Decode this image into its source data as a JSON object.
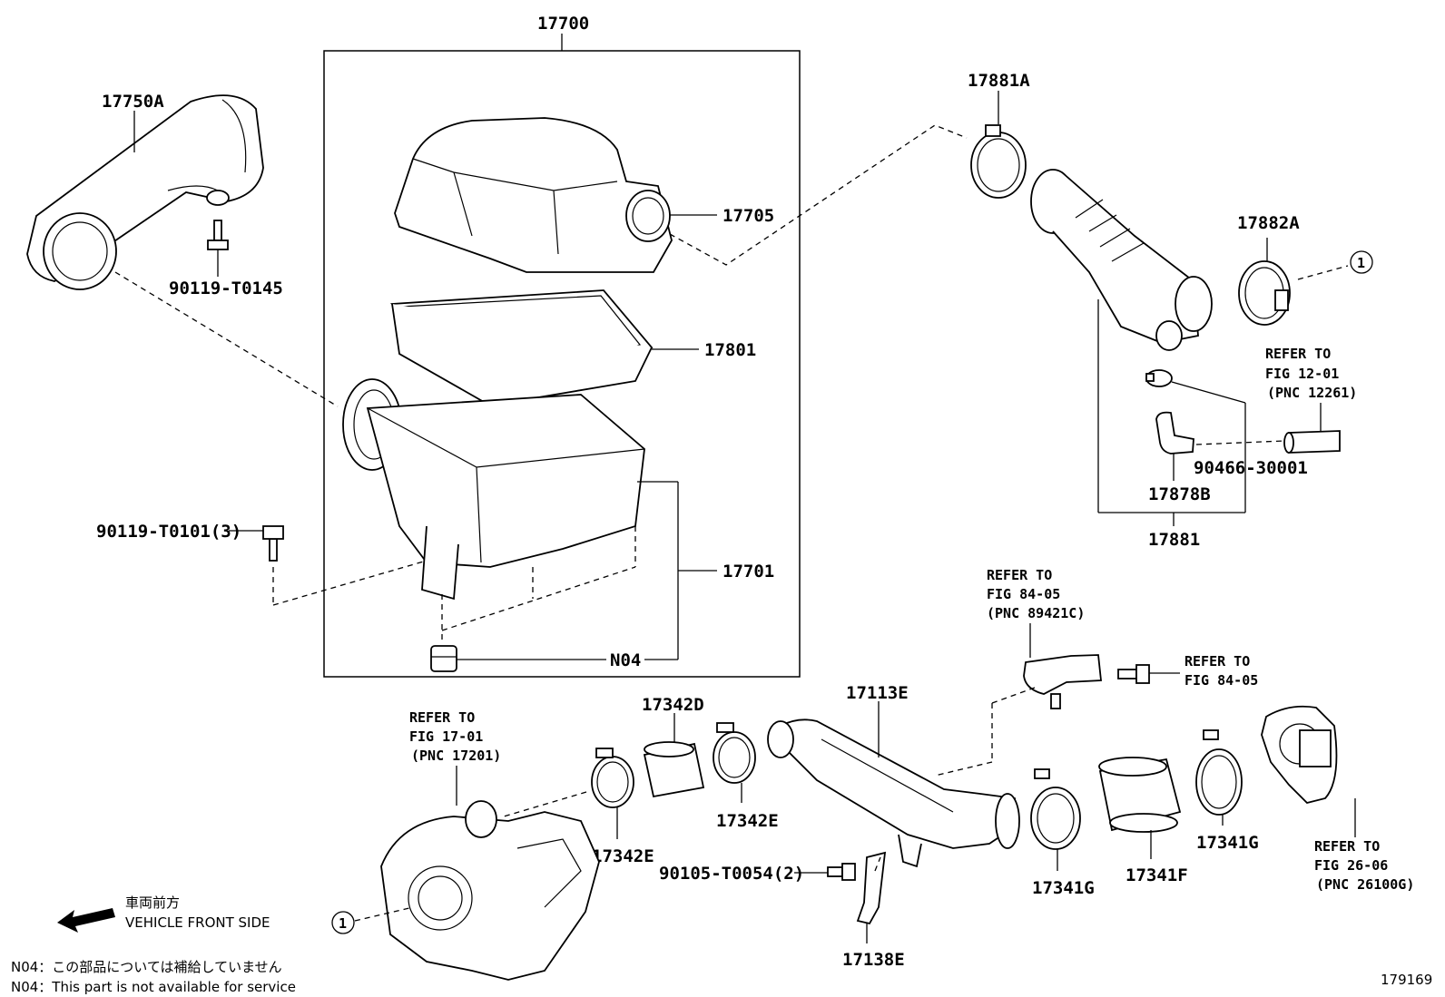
{
  "parts": {
    "p17700": "17700",
    "p17750A": "17750A",
    "p90119_T0145": "90119-T0145",
    "p17705": "17705",
    "p17801": "17801",
    "p17701": "17701",
    "p90119_T0101": "90119-T0101(3)",
    "pN04": "N04",
    "p17881A": "17881A",
    "p17882A": "17882A",
    "p90466_30001": "90466-30001",
    "p17878B": "17878B",
    "p17881": "17881",
    "p17342D": "17342D",
    "p17342E_a": "17342E",
    "p17342E_b": "17342E",
    "p17113E": "17113E",
    "p90105_T0054": "90105-T0054(2)",
    "p17138E": "17138E",
    "p17341G_a": "17341G",
    "p17341F": "17341F",
    "p17341G_b": "17341G"
  },
  "refs": {
    "ref1": [
      "REFER TO",
      "FIG 12-01",
      "(PNC 12261)"
    ],
    "ref2": [
      "REFER TO",
      "FIG 84-05",
      "(PNC 89421C)"
    ],
    "ref3": [
      "REFER TO",
      "FIG 84-05"
    ],
    "ref4": [
      "REFER TO",
      "FIG 17-01",
      "(PNC 17201)"
    ],
    "ref5": [
      "REFER TO",
      "FIG 26-06",
      "(PNC 26100G)"
    ]
  },
  "circle_marker": "1",
  "vehicle_front": {
    "jp": "車両前方",
    "en": "VEHICLE FRONT SIDE"
  },
  "notes": [
    "N04：この部品については補給していません",
    "N04：This part is not available for service"
  ],
  "figure_number": "179169"
}
